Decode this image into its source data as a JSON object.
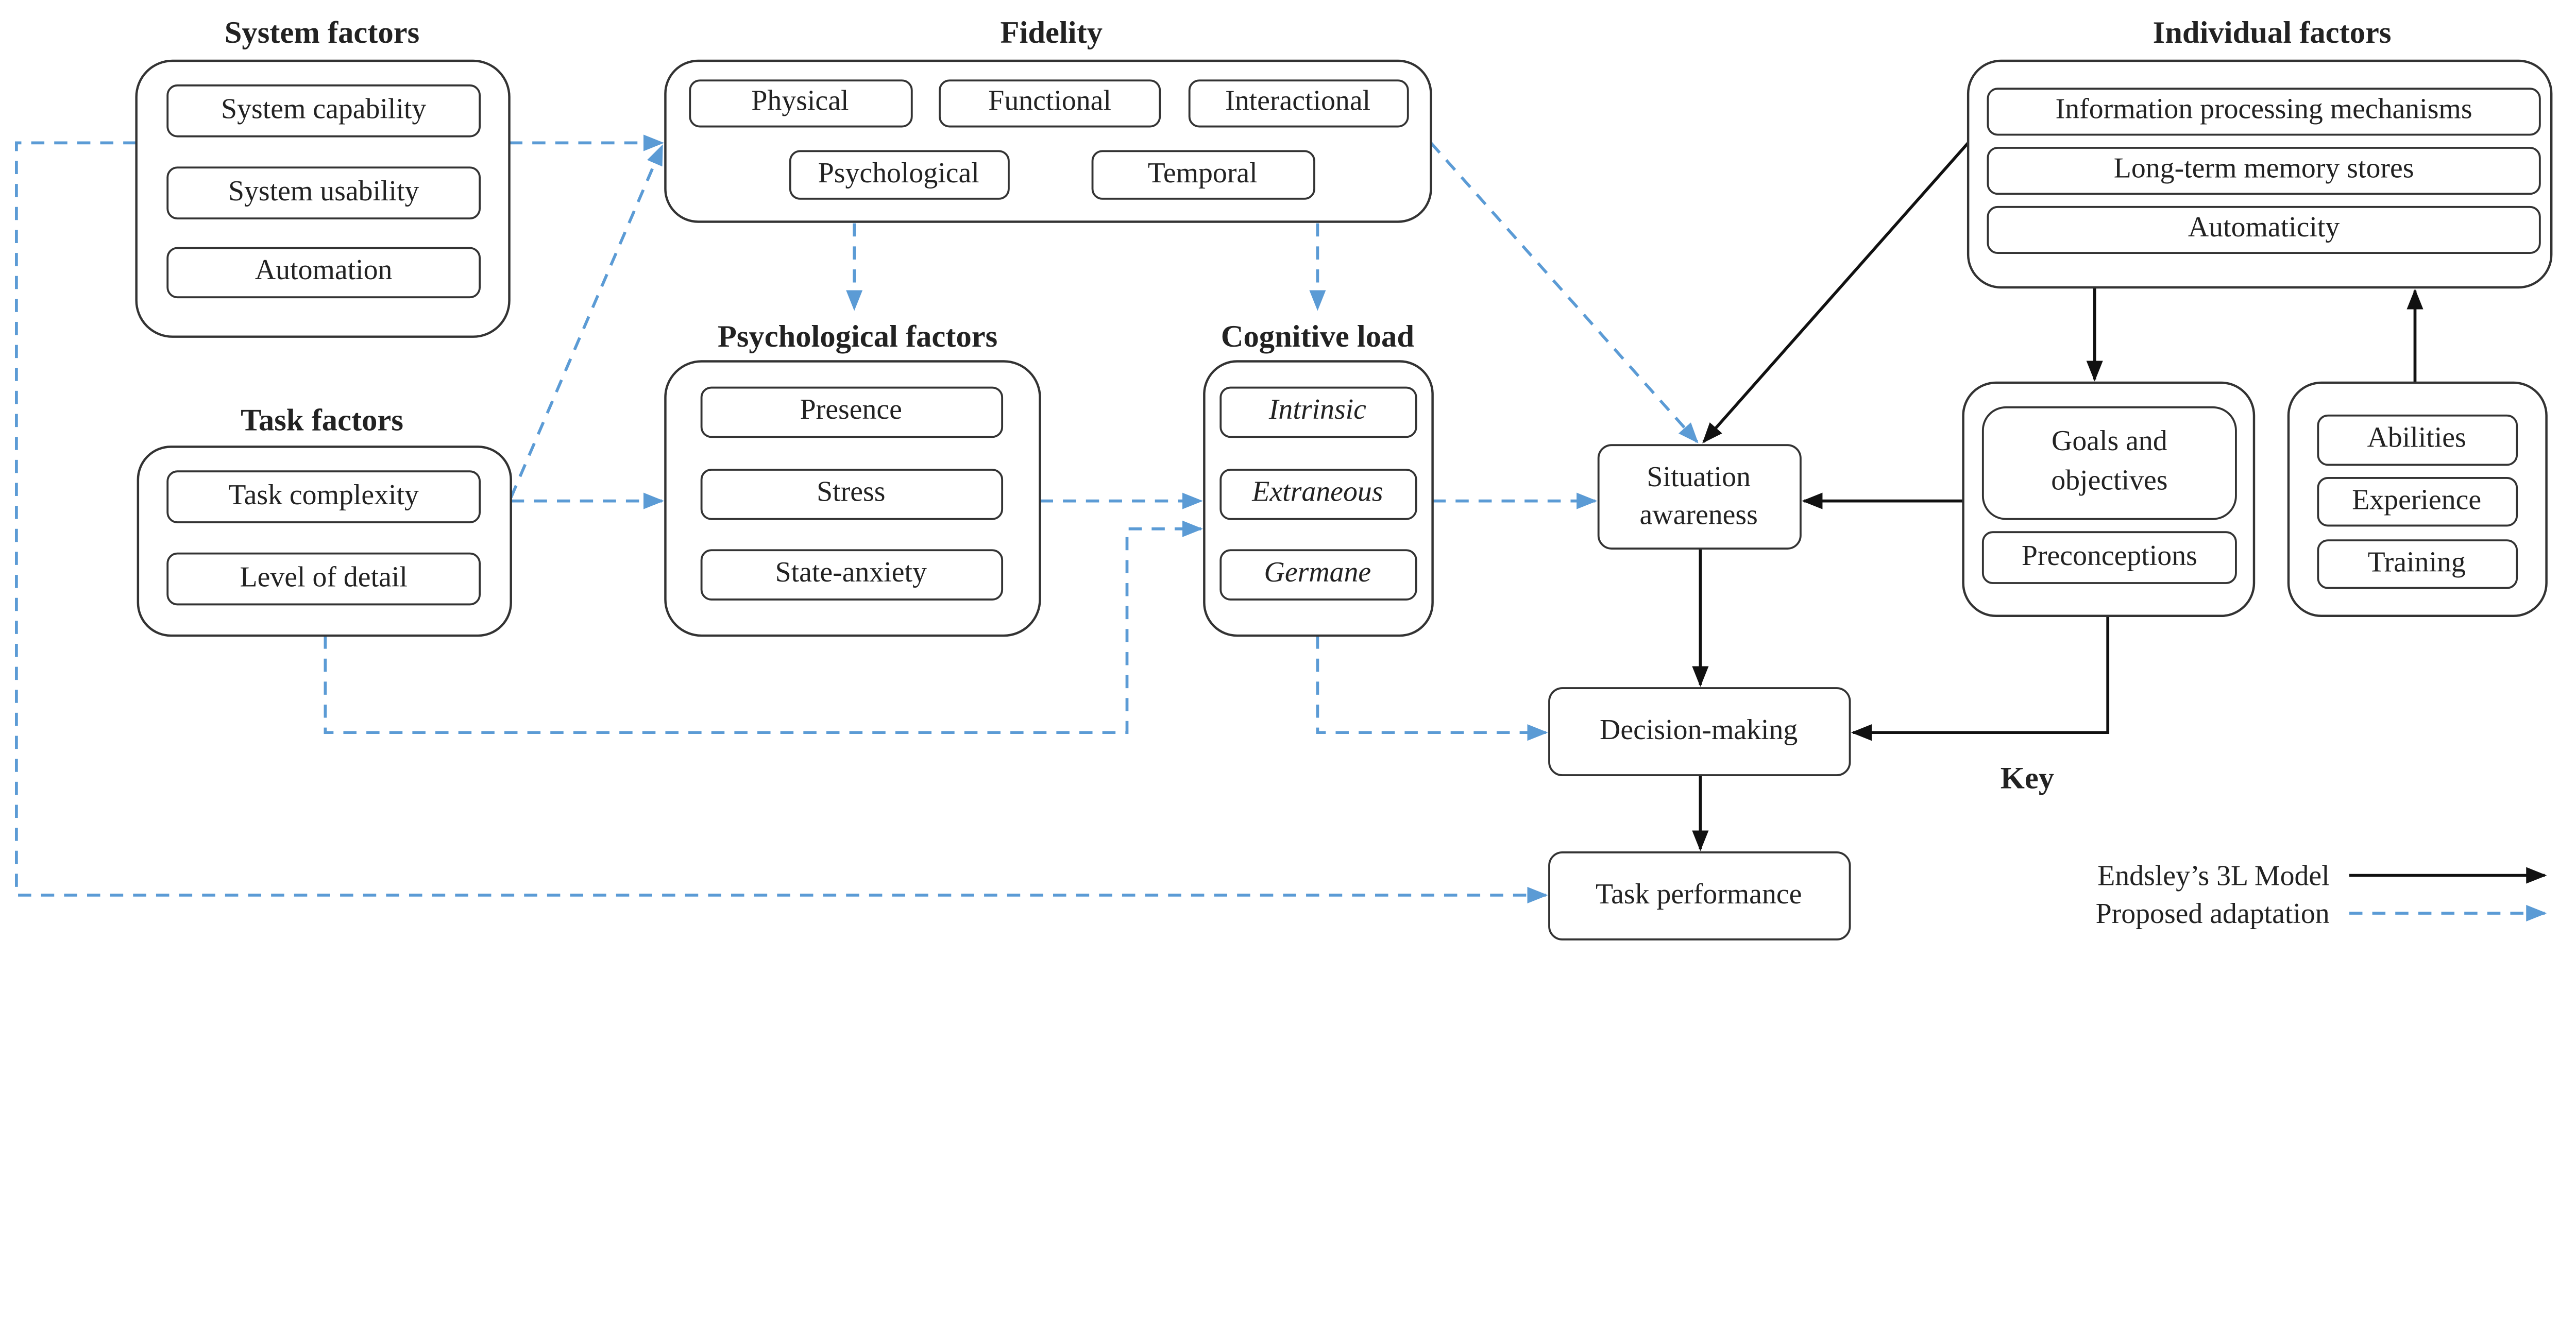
{
  "system_factors": {
    "title": "System factors",
    "items": [
      "System capability",
      "System usability",
      "Automation"
    ]
  },
  "fidelity": {
    "title": "Fidelity",
    "items": [
      "Physical",
      "Functional",
      "Interactional",
      "Psychological",
      "Temporal"
    ]
  },
  "individual_factors": {
    "title": "Individual factors",
    "items": [
      "Information processing mechanisms",
      "Long-term memory stores",
      "Automaticity"
    ]
  },
  "task_factors": {
    "title": "Task factors",
    "items": [
      "Task complexity",
      "Level of detail"
    ]
  },
  "psychological_factors": {
    "title": "Psychological factors",
    "items": [
      "Presence",
      "Stress",
      "State-anxiety"
    ]
  },
  "cognitive_load": {
    "title": "Cognitive load",
    "items": [
      "Intrinsic",
      "Extraneous",
      "Germane"
    ]
  },
  "situation_awareness": {
    "line1": "Situation",
    "line2": "awareness"
  },
  "goals": {
    "line1": "Goals and",
    "line2": "objectives",
    "preconceptions": "Preconceptions"
  },
  "abilities": {
    "items": [
      "Abilities",
      "Experience",
      "Training"
    ]
  },
  "decision_making": "Decision-making",
  "task_performance": "Task performance",
  "key": {
    "title": "Key",
    "endsley": "Endsley’s 3L Model",
    "proposed": "Proposed adaptation"
  },
  "colors": {
    "endsley": "#111111",
    "proposed": "#5b9bd5"
  }
}
